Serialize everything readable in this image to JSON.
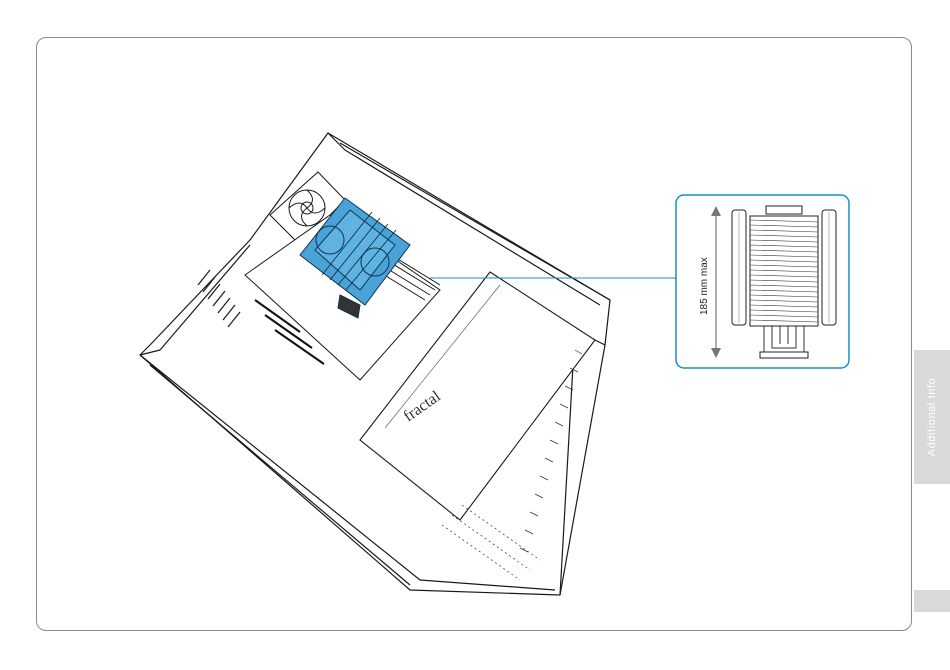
{
  "callout": {
    "dimension_label": "185 mm max",
    "accent_color": "#1a8fc4"
  },
  "illustration": {
    "logo_text": "fractal",
    "cooler_color": "#4aa3d6"
  },
  "side_tab": {
    "label": "Additional Info"
  }
}
